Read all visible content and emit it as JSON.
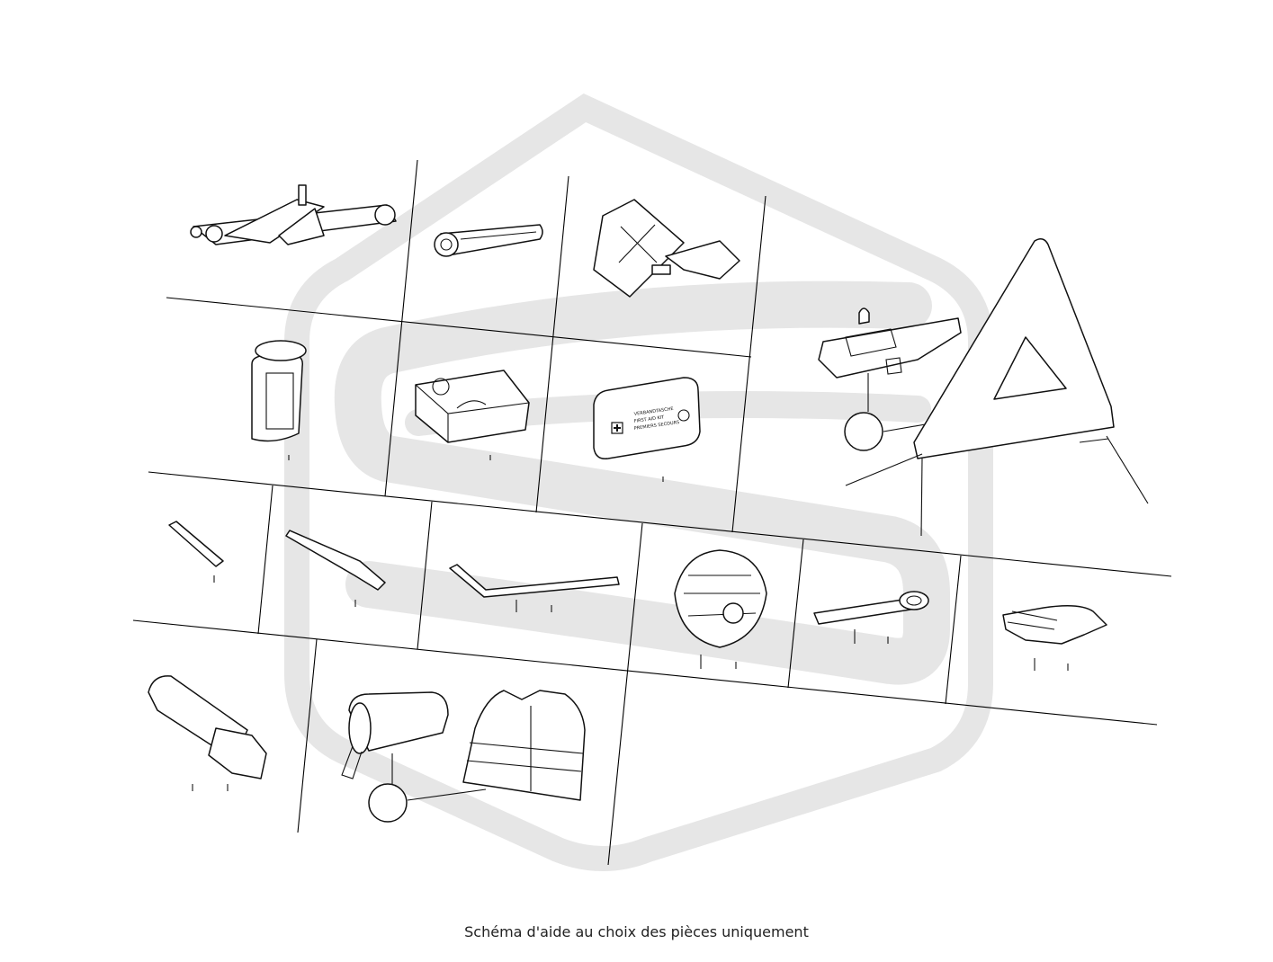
{
  "caption": "Schéma d'aide au choix des pièces uniquement",
  "first_aid_kit_text": [
    "VERBANDTASCHE",
    "FIRST AID KIT",
    "PREMIERS SECOURS"
  ],
  "colors": {
    "line": "#000000",
    "watermark": "#e6e6e6",
    "background": "#ffffff"
  },
  "icons": [
    "watermark-logo",
    "scissor-jack",
    "ratchet-wrench",
    "wheel-chock",
    "warning-triangle",
    "compressor-bottle",
    "tire-inflator",
    "first-aid-kit",
    "bracket-clip",
    "adapter-bolt",
    "tire-lever",
    "lug-wrench",
    "hubcap-wheel",
    "towing-eye",
    "work-gloves",
    "flashlight",
    "vest-pouch",
    "safety-vest"
  ]
}
